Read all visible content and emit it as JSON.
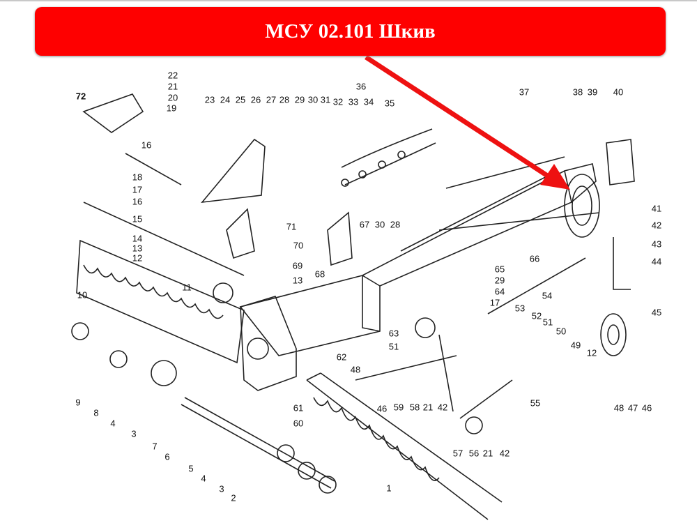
{
  "title": "МСУ 02.101 Шкив",
  "colors": {
    "banner": "#fe0000",
    "arrow": "#ee1111"
  },
  "labels": [
    "22",
    "21",
    "20",
    "19",
    "72",
    "16",
    "18",
    "17",
    "16",
    "15",
    "14",
    "13",
    "12",
    "11",
    "10",
    "9",
    "8",
    "4",
    "3",
    "7",
    "6",
    "5",
    "4",
    "3",
    "2",
    "1",
    "23",
    "24",
    "25",
    "26",
    "27",
    "28",
    "29",
    "30",
    "31",
    "32",
    "33",
    "34",
    "35",
    "36",
    "37",
    "38",
    "39",
    "40",
    "41",
    "42",
    "43",
    "44",
    "45",
    "46",
    "47",
    "48",
    "49",
    "50",
    "51",
    "52",
    "53",
    "54",
    "55",
    "56",
    "57",
    "21",
    "42",
    "12",
    "51",
    "63",
    "64",
    "29",
    "65",
    "66",
    "17",
    "68",
    "69",
    "13",
    "70",
    "71",
    "67",
    "30",
    "28",
    "62",
    "48",
    "46",
    "59",
    "58",
    "21",
    "42",
    "61",
    "60"
  ]
}
